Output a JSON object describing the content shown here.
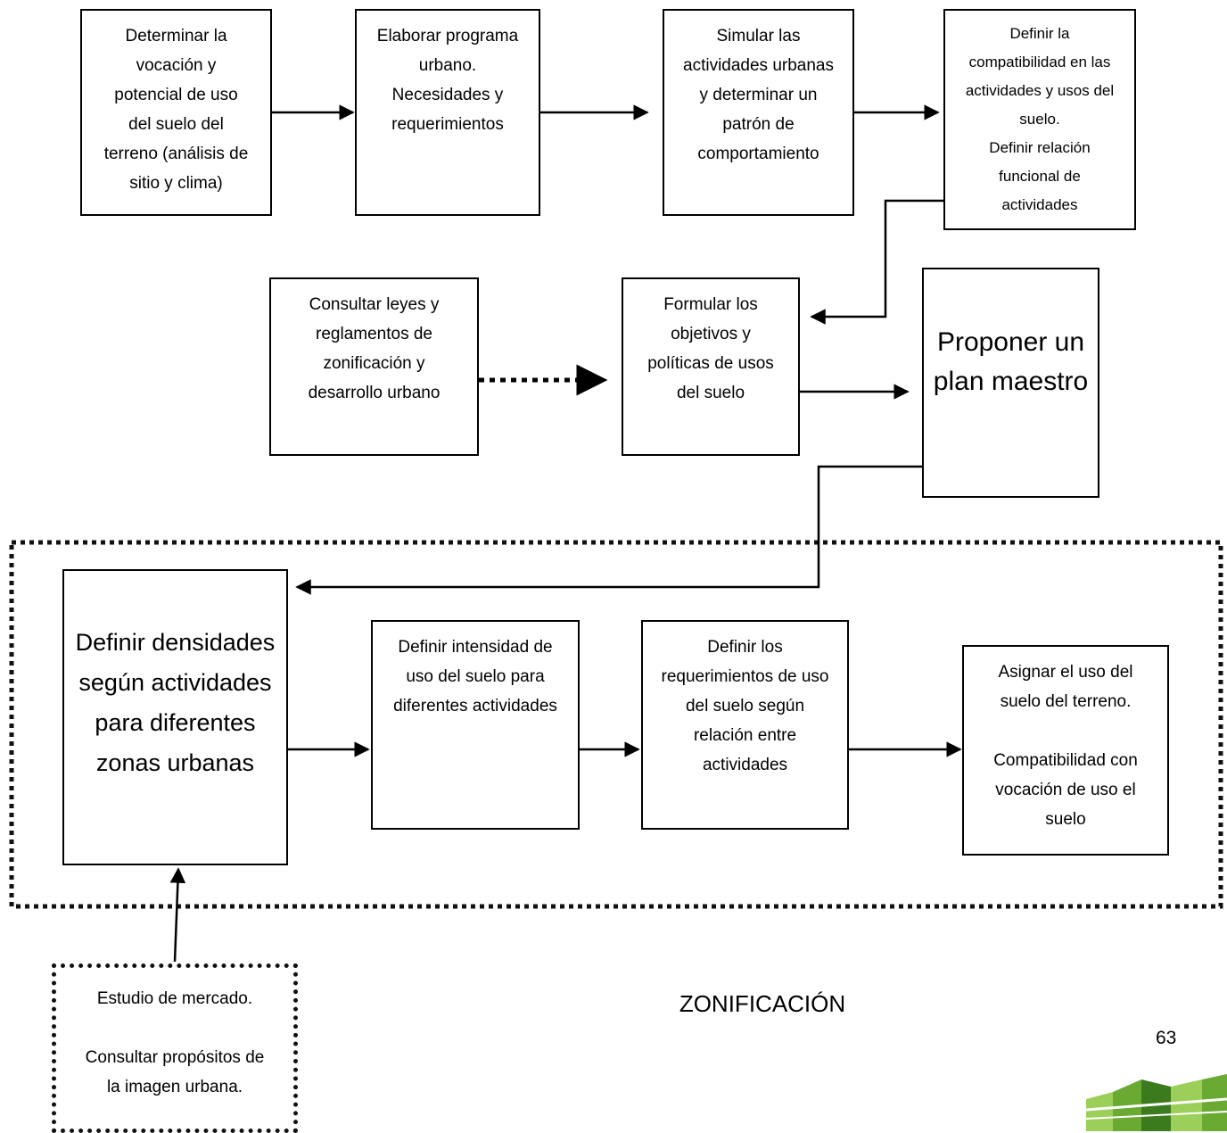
{
  "boxes": {
    "vocacion": "Determinar la\nvocación y\npotencial de uso\ndel suelo del\nterreno (análisis de\nsitio y clima)",
    "programa": "Elaborar programa\nurbano.\nNecesidades y\nrequerimientos",
    "simular": "Simular las\nactividades urbanas\ny determinar un\npatrón de\ncomportamiento",
    "compatibilidad": "Definir la\ncompatibilidad en las\nactividades y usos del\nsuelo.\nDefinir relación\nfuncional de\nactividades",
    "leyes": "Consultar leyes y\nreglamentos de\nzonificación y\ndesarrollo urbano",
    "objetivos": "Formular los\nobjetivos y\npolíticas de usos\ndel suelo",
    "plan_maestro": "Proponer un\nplan maestro",
    "densidades": "Definir densidades\nsegún actividades\npara diferentes\nzonas urbanas",
    "intensidad": "Definir intensidad de\nuso del suelo para\ndiferentes actividades",
    "requerimientos": "Definir los\nrequerimientos de uso\ndel suelo según\nrelación entre\nactividades",
    "asignar": "Asignar el uso del\nsuelo del terreno.\n\nCompatibilidad con\nvocación de uso el\nsuelo",
    "mercado": "Estudio de mercado.\n\nConsultar propósitos de\nla imagen urbana."
  },
  "footer": {
    "title": "ZONIFICACIÓN",
    "page_number": "63"
  },
  "colors": {
    "line": "#000000",
    "logo_dark": "#3c7a1e",
    "logo_light": "#9ccf5a"
  }
}
